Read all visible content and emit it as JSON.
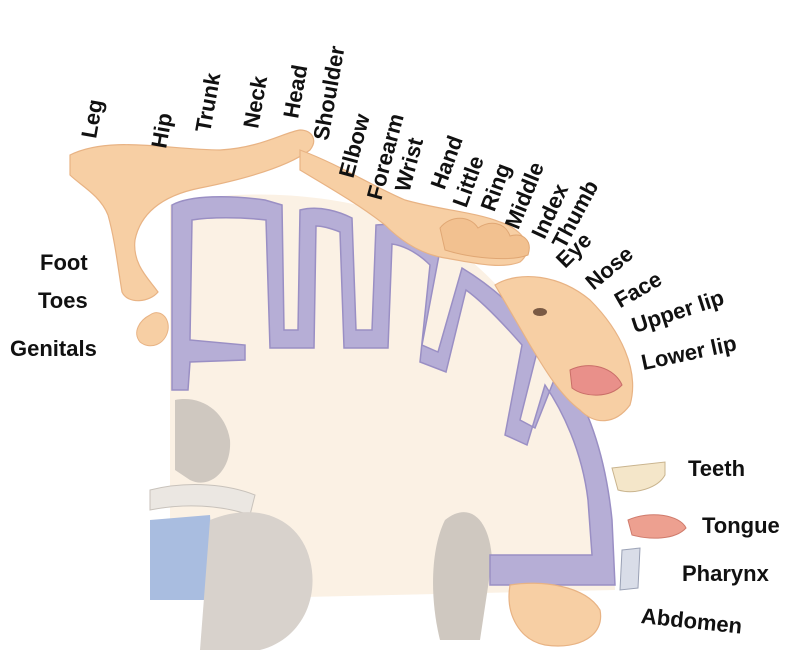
{
  "labels": {
    "leg": "Leg",
    "hip": "Hip",
    "trunk": "Trunk",
    "neck": "Neck",
    "head": "Head",
    "shoulder": "Shoulder",
    "elbow": "Elbow",
    "forearm": "Forearm",
    "wrist": "Wrist",
    "hand": "Hand",
    "little": "Little",
    "ring": "Ring",
    "middle": "Middle",
    "index": "Index",
    "thumb": "Thumb",
    "eye": "Eye",
    "nose": "Nose",
    "face": "Face",
    "upper_lip": "Upper lip",
    "lower_lip": "Lower lip",
    "teeth": "Teeth",
    "tongue": "Tongue",
    "pharynx": "Pharynx",
    "abdomen": "Abdomen",
    "foot": "Foot",
    "toes": "Toes",
    "genitals": "Genitals"
  },
  "colors": {
    "cortex": "#b6aed6",
    "cortex_stroke": "#9a8fc4",
    "white_matter": "#fbf1e4",
    "deep_gray": "#cfc8c0",
    "skin": "#f7cfa4",
    "skin_shade": "#e8b384",
    "ventricle_blue": "#a9bde0",
    "lip": "#e9908a"
  }
}
